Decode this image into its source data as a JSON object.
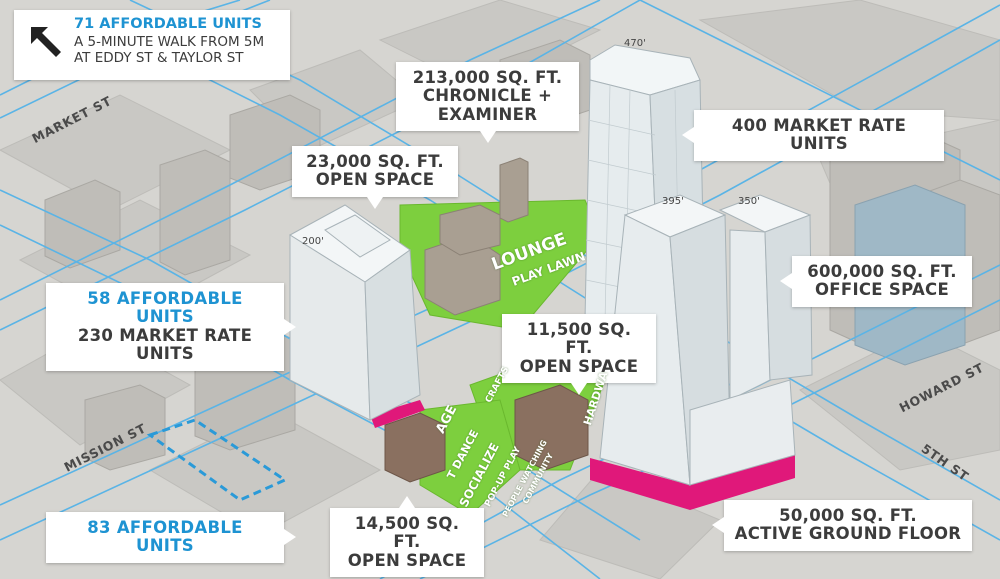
{
  "walk_box": {
    "icon": "arrow-up-left-icon",
    "title": "71 AFFORDABLE UNITS",
    "line1": "A 5-MINUTE WALK FROM 5M",
    "line2": "AT EDDY ST & TAYLOR ST"
  },
  "callouts": {
    "chronicle": {
      "line1": "213,000 SQ. FT.",
      "line2": "CHRONICLE +",
      "line3": "EXAMINER"
    },
    "open_space_23k": {
      "line1": "23,000 SQ. FT.",
      "line2": "OPEN SPACE"
    },
    "market_units_400": {
      "line1": "400 MARKET RATE UNITS"
    },
    "affordable_58": {
      "line1": "58 AFFORDABLE UNITS",
      "line2": "230 MARKET RATE UNITS"
    },
    "office_600k": {
      "line1": "600,000 SQ. FT.",
      "line2": "OFFICE SPACE"
    },
    "open_space_11k": {
      "line1": "11,500 SQ. FT.",
      "line2": "OPEN SPACE"
    },
    "affordable_83": {
      "line1": "83 AFFORDABLE UNITS"
    },
    "open_space_14k": {
      "line1": "14,500 SQ. FT.",
      "line2": "OPEN SPACE"
    },
    "ground_floor_50k": {
      "line1": "50,000 SQ. FT.",
      "line2": "ACTIVE GROUND FLOOR"
    }
  },
  "streets": {
    "market": "MARKET ST",
    "mission": "MISSION ST",
    "howard": "HOWARD ST",
    "fifth": "5TH ST"
  },
  "heights": {
    "tower_470": "470'",
    "tower_395": "395'",
    "tower_350": "350'",
    "building_200": "200'"
  },
  "park_labels": {
    "lounge": "LOUNGE",
    "play_lawn": "PLAY LAWN",
    "crafts": "CRAFTS",
    "hardware": "HARDWA",
    "stage": "AGE",
    "dance": "T DANCE",
    "socialize": "SOCIALIZE",
    "popup": "POP-UP PLAY",
    "people": "PEOPLE WATCHING",
    "community": "COMMUNITY"
  },
  "colors": {
    "accent_blue": "#1e93d2",
    "park_green": "#7dcf3e",
    "ground_floor_magenta": "#e0187a",
    "street_line": "#5ab4e6"
  }
}
